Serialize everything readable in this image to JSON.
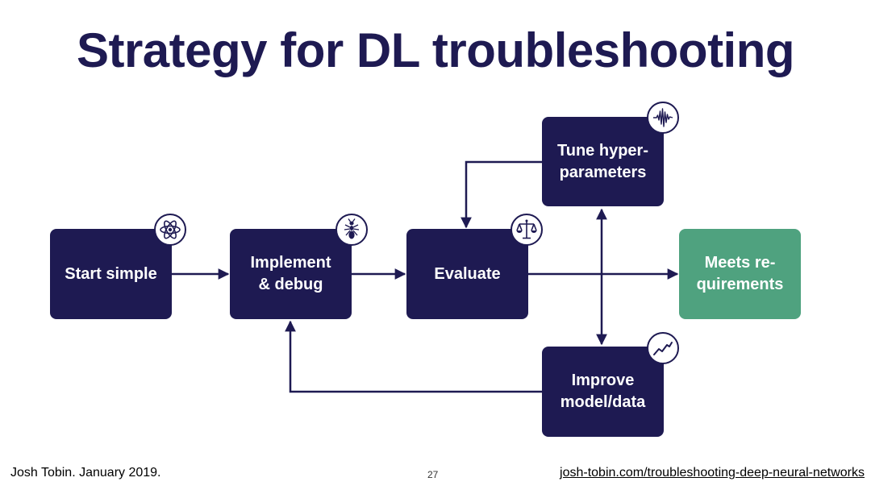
{
  "title": "Strategy for DL troubleshooting",
  "nodes": {
    "start_simple": {
      "label": "Start simple",
      "icon": "atom-icon"
    },
    "implement_debug": {
      "label": "Implement\n& debug",
      "icon": "ant-icon"
    },
    "evaluate": {
      "label": "Evaluate",
      "icon": "scales-icon"
    },
    "tune": {
      "label": "Tune hyper-\nparameters",
      "icon": "waveform-icon"
    },
    "improve": {
      "label": "Improve\nmodel/data",
      "icon": "trend-line-icon"
    },
    "meets": {
      "label": "Meets re-\nquirements"
    }
  },
  "colors": {
    "node": "#1e1a52",
    "goal": "#4fa27f",
    "title": "#1e1a52"
  },
  "footer": {
    "author": "Josh Tobin. January 2019.",
    "page_number": "27",
    "link": "josh-tobin.com/troubleshooting-deep-neural-networks"
  }
}
